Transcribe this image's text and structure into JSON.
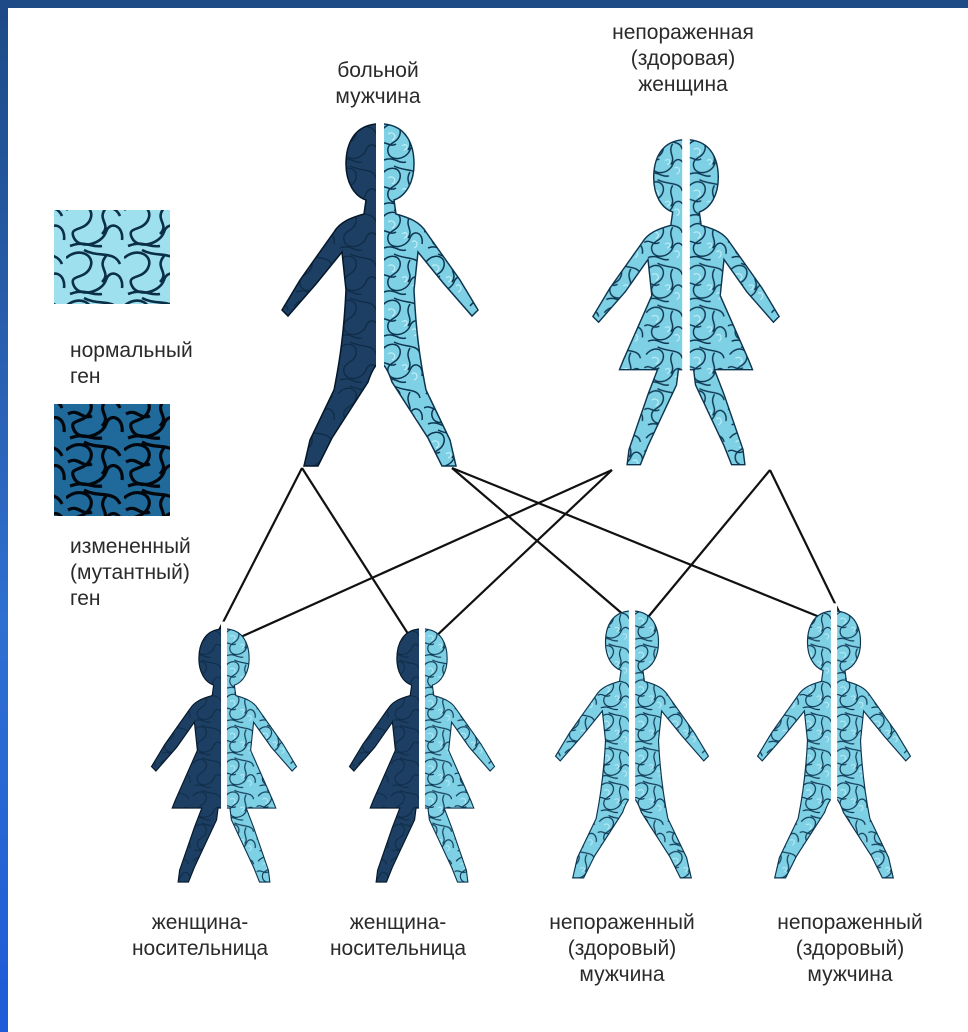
{
  "parents": [
    {
      "lines": [
        "больной",
        "мужчина"
      ],
      "left": "mutant",
      "right": "normal"
    },
    {
      "lines": [
        "непораженная",
        "(здоровая)",
        "женщина"
      ],
      "left": "normal",
      "right": "normal"
    }
  ],
  "children": [
    {
      "lines": [
        "женщина-",
        "носительница"
      ],
      "left": "mutant",
      "right": "normal"
    },
    {
      "lines": [
        "женщина-",
        "носительница"
      ],
      "left": "mutant",
      "right": "normal"
    },
    {
      "lines": [
        "непораженный",
        "(здоровый)",
        "мужчина"
      ],
      "left": "normal",
      "right": "normal"
    },
    {
      "lines": [
        "непораженный",
        "(здоровый)",
        "мужчина"
      ],
      "left": "normal",
      "right": "normal"
    }
  ],
  "legend": {
    "normal": {
      "lines": [
        "нормальный",
        "ген"
      ],
      "swatch": "normal-gene-swatch"
    },
    "mutant": {
      "lines": [
        "измененный",
        "(мутантный)",
        "ген"
      ],
      "swatch": "mutant-gene-swatch"
    }
  },
  "colors": {
    "normal_fill": "#7ed0e4",
    "normal_stroke": "#0d3550",
    "mutant_fill": "#1c3f63",
    "mutant_stroke": "#051728",
    "line": "#111111",
    "frame": "#1f4e8c"
  }
}
